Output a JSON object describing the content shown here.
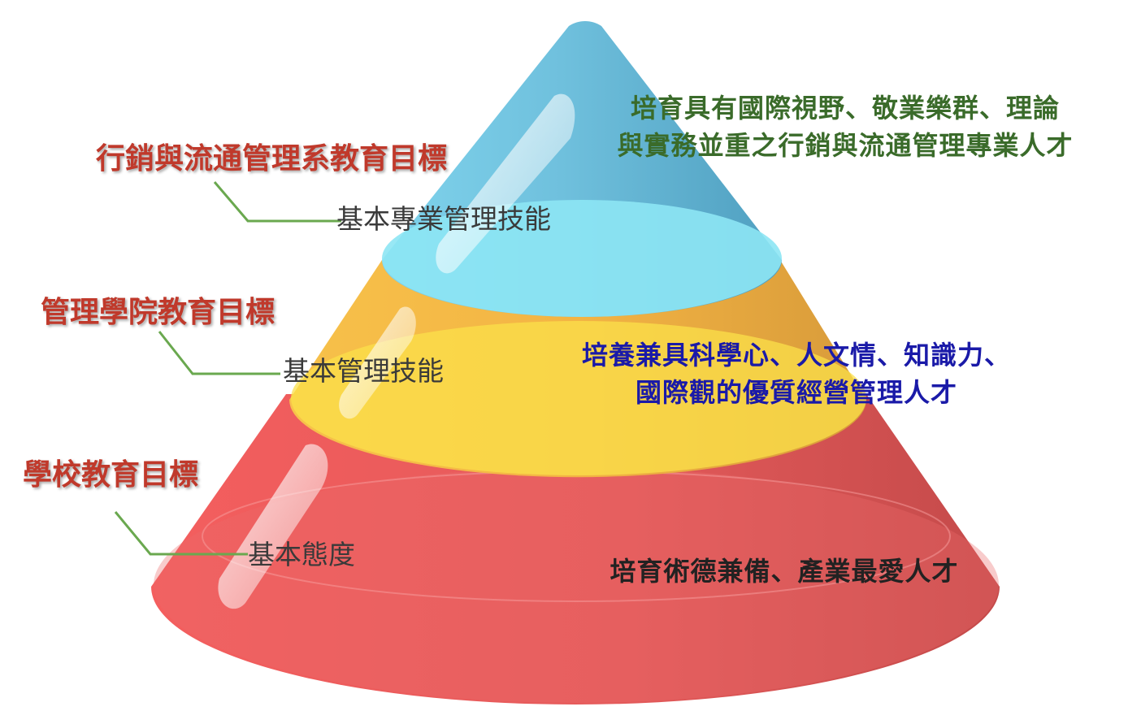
{
  "diagram": {
    "tiers": [
      {
        "id": "department",
        "goal_title": "行銷與流通管理系教育目標",
        "skill": "基本專業管理技能",
        "description_lines": [
          "培育具有國際視野、敬業樂群、理論",
          "與實務並重之行銷與流通管理專業人才"
        ],
        "color": "#74c6e0"
      },
      {
        "id": "college",
        "goal_title": "管理學院教育目標",
        "skill": "基本管理技能",
        "description_lines": [
          "培養兼具科學心、人文情、知識力、",
          "國際觀的優質經營管理人才"
        ],
        "color": "#f5c04a"
      },
      {
        "id": "school",
        "goal_title": "學校教育目標",
        "skill": "基本態度",
        "description_lines": [
          "培育術德兼備、產業最愛人才"
        ],
        "color": "#f05a5a"
      }
    ],
    "colors": {
      "goal_text": "#c0392b",
      "connector_line": "#6aa84f",
      "skill_text": "#3a3a3a",
      "top_description": "#3a6b2a",
      "middle_description": "#1a1aa8",
      "bottom_description": "#222222"
    }
  }
}
